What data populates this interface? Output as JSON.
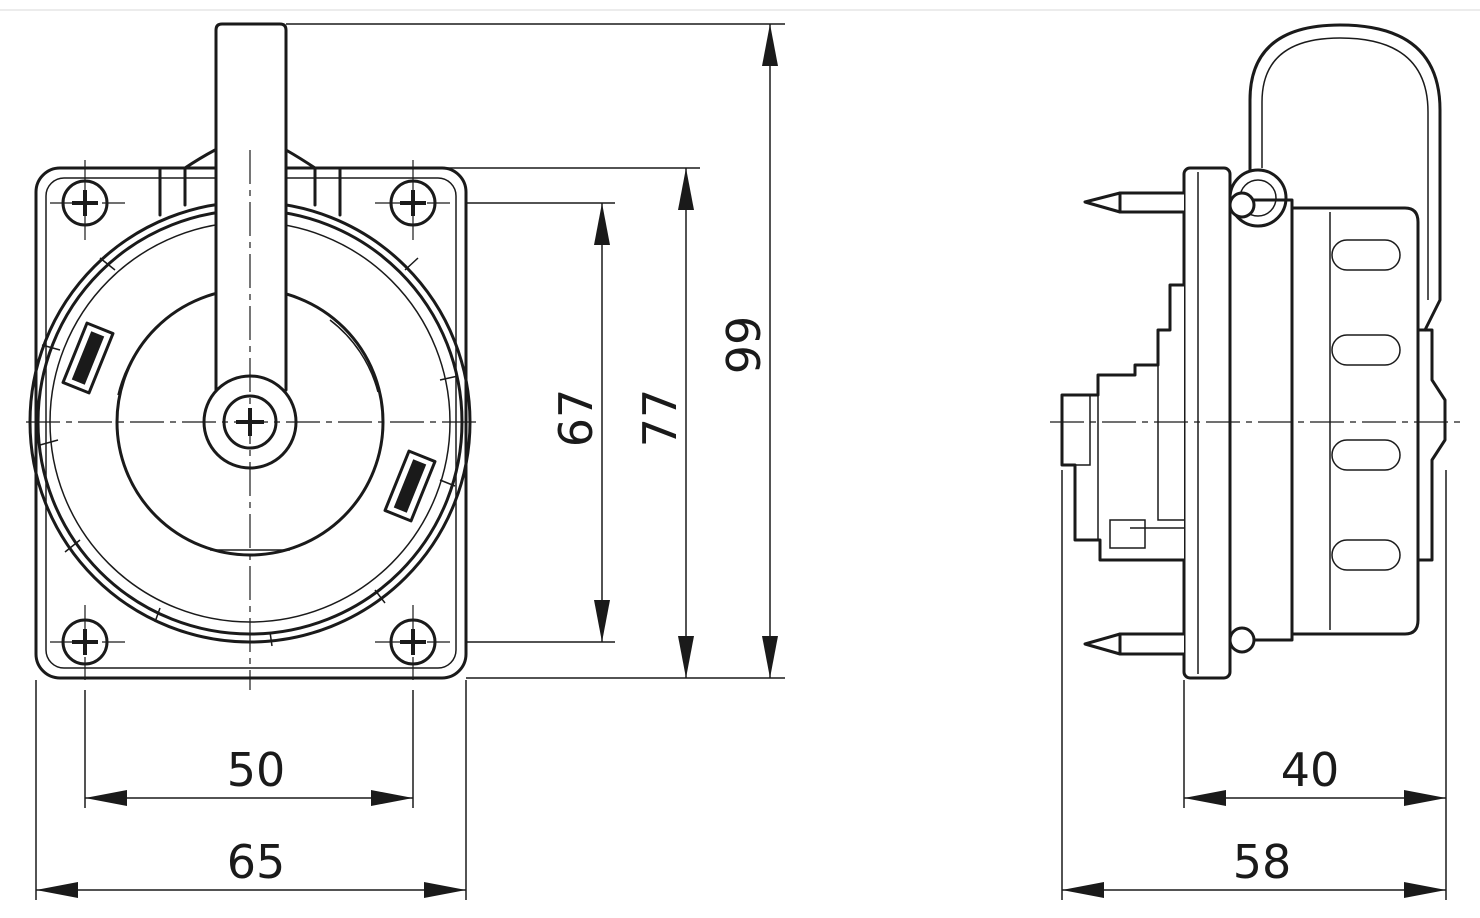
{
  "dimensions": {
    "front_width_outer": "65",
    "front_width_holes": "50",
    "front_height_flange": "77",
    "front_height_holes": "67",
    "front_height_total": "99",
    "side_depth_total": "58",
    "side_depth_body": "40"
  }
}
